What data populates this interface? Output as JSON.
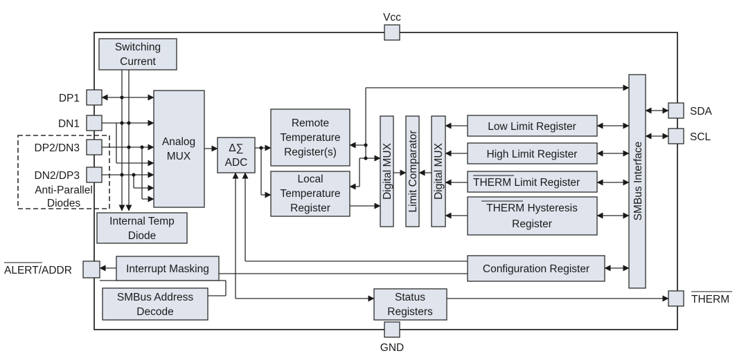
{
  "pins": {
    "vcc": "Vcc",
    "gnd": "GND",
    "dp1": "DP1",
    "dn1": "DN1",
    "dp2dn3": "DP2/DN3",
    "dn2dp3": "DN2/DP3",
    "anti_parallel_1": "Anti-Parallel",
    "anti_parallel_2": "Diodes",
    "sda": "SDA",
    "scl": "SCL",
    "alert_a": "ALERT",
    "alert_b": "/ADDR",
    "therm": "THERM"
  },
  "blocks": {
    "switching_current": [
      "Switching",
      "Current"
    ],
    "analog_mux": [
      "Analog",
      "MUX"
    ],
    "adc_symbol": "Δ∑",
    "adc": "ADC",
    "remote_temp": [
      "Remote",
      "Temperature",
      "Register(s)"
    ],
    "local_temp": [
      "Local",
      "Temperature",
      "Register"
    ],
    "digital_mux": "Digital MUX",
    "limit_comparator": "Limit Comparator",
    "low_limit": "Low Limit Register",
    "high_limit": "High Limit Register",
    "therm_limit_a": "THERM",
    "therm_limit_b": " Limit Register",
    "therm_hyst_a": "THERM",
    "therm_hyst_b": " Hysteresis",
    "therm_hyst_c": "Register",
    "smbus_interface": "SMBus Interface",
    "internal_temp": [
      "Internal Temp",
      "Diode"
    ],
    "interrupt_masking": "Interrupt Masking",
    "config_register": "Configuration Register",
    "smbus_address": [
      "SMBus Address",
      "Decode"
    ],
    "status_registers": [
      "Status",
      "Registers"
    ]
  }
}
